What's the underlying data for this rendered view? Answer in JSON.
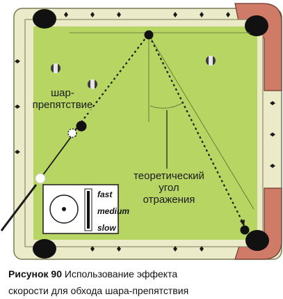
{
  "labels": {
    "obstacle_line1": "шар-",
    "obstacle_line2": "препятствие",
    "angle_line1": "теоретический",
    "angle_line2": "угол",
    "angle_line3": "отражения"
  },
  "speed_legend": {
    "fast": "fast",
    "medium": "medium",
    "slow": "slow"
  },
  "caption": {
    "number": "Рисунок 90",
    "text_line1": " Использование эффекта",
    "text_line2": "скорости для обхода шара-препятствия"
  },
  "colors": {
    "felt": "#b6d563",
    "rail": "#ecebc9",
    "corner_rail": "#d07a68",
    "pocket": "#111111",
    "cue_ball": "#ffffff"
  }
}
